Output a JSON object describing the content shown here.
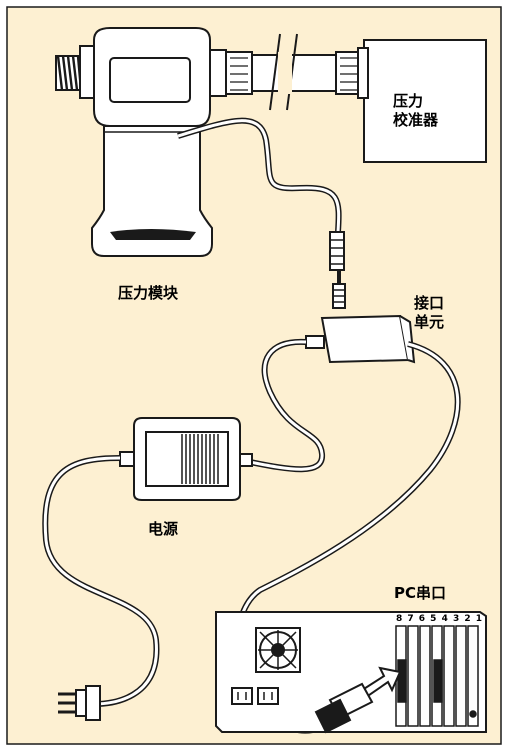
{
  "labels": {
    "pressure_calibrator_line1": "压力",
    "pressure_calibrator_line2": "校准器",
    "pressure_module": "压力模块",
    "interface_unit_line1": "接口",
    "interface_unit_line2": "单元",
    "power_supply": "电源",
    "pc_serial_port": "PC串口",
    "slot_numbers": "8 7 6 5 4 3 2 1"
  },
  "colors": {
    "background": "#fdf0d2",
    "outline": "#1a1a1a",
    "device_fill": "#ffffff"
  },
  "icons": [
    "fan-icon",
    "power-plug-icon",
    "arrow-icon"
  ]
}
